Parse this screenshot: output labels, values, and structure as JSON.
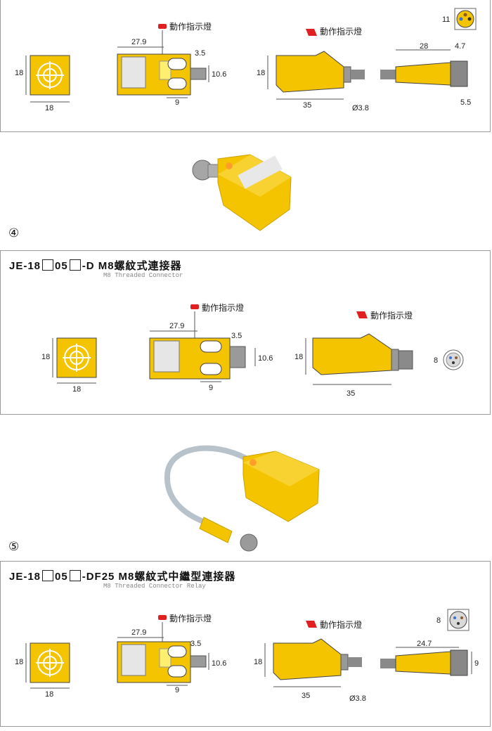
{
  "sections": [
    {
      "led_label_front": "動作指示燈",
      "led_label_side": "動作指示燈",
      "dims": {
        "face_h": "18",
        "face_w": "18",
        "front_w": "27.9",
        "front_gap": "3.5",
        "front_h": "10.6",
        "front_b": "9",
        "side_h": "18",
        "side_w": "35",
        "cable_d": "Ø3.8",
        "conn_len": "28",
        "conn_tip": "4.7",
        "conn_b": "5.5",
        "pin_count": "11"
      }
    },
    {
      "number": "④",
      "title_prefix": "JE-18",
      "title_mid": "05",
      "title_suffix": "-D  M8螺紋式連接器",
      "subtitle": "M8 Threaded Connector",
      "led_label_front": "動作指示燈",
      "led_label_side": "動作指示燈",
      "dims": {
        "face_h": "18",
        "face_w": "18",
        "front_w": "27.9",
        "front_gap": "3.5",
        "front_h": "10.6",
        "front_b": "9",
        "side_h": "18",
        "side_w": "35",
        "pin_count": "8"
      }
    },
    {
      "number": "⑤",
      "title_prefix": "JE-18",
      "title_mid": "05",
      "title_suffix": "-DF25  M8螺紋式中繼型連接器",
      "subtitle": "M8 Threaded Connector Relay",
      "led_label_front": "動作指示燈",
      "led_label_side": "動作指示燈",
      "dims": {
        "face_h": "18",
        "face_w": "18",
        "front_w": "27.9",
        "front_gap": "3.5",
        "front_h": "10.6",
        "front_b": "9",
        "side_h": "18",
        "side_w": "35",
        "cable_d": "Ø3.8",
        "conn_len": "24.7",
        "conn_h": "9",
        "pin_count": "8"
      }
    }
  ],
  "colors": {
    "body": "#f5c400",
    "body_dark": "#d9a800",
    "led": "#e02020",
    "cable": "#9aa4ac",
    "metal": "#8a8a8a"
  }
}
